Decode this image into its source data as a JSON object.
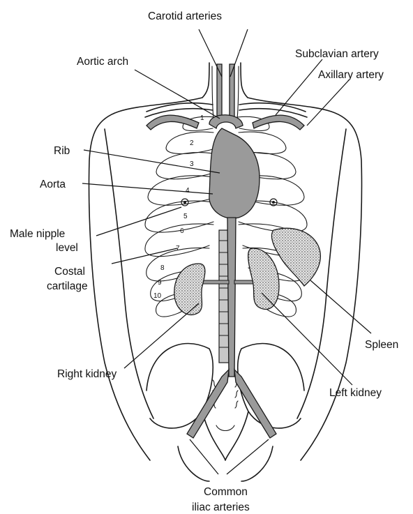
{
  "labels": {
    "carotid_arteries": "Carotid arteries",
    "aortic_arch": "Aortic arch",
    "subclavian_artery": "Subclavian artery",
    "axillary_artery": "Axillary artery",
    "rib": "Rib",
    "aorta": "Aorta",
    "male_nipple_level_1": "Male nipple",
    "male_nipple_level_2": "level",
    "costal_cartilage_1": "Costal",
    "costal_cartilage_2": "cartilage",
    "right_kidney": "Right kidney",
    "spleen": "Spleen",
    "left_kidney": "Left kidney",
    "common_iliac_1": "Common",
    "common_iliac_2": "iliac arteries"
  },
  "rib_numbers": [
    "1",
    "2",
    "3",
    "4",
    "5",
    "6",
    "7",
    "8",
    "9",
    "10"
  ],
  "colors": {
    "ink": "#111111",
    "vessel_fill": "#9a9a9a",
    "paper": "#ffffff"
  }
}
